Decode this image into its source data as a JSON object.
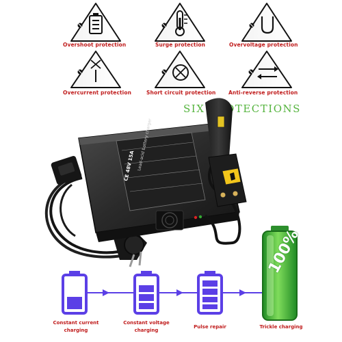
{
  "protections": [
    {
      "label": "Overshoot protection",
      "icon": "battery-icon"
    },
    {
      "label": "Surge protection",
      "icon": "thermometer-icon"
    },
    {
      "label": "Overvoltage protection",
      "icon": "magnet-u-icon"
    },
    {
      "label": "Overcurrent protection",
      "icon": "current-arrow-icon"
    },
    {
      "label": "Short circuit protection",
      "icon": "short-circuit-icon"
    },
    {
      "label": "Anti-reverse protection",
      "icon": "reverse-arrows-icon"
    }
  ],
  "headline": "SIX PROTECTIONS",
  "product": {
    "charger_label_1": "Lead-acid battery charger",
    "charger_label_2": "CE 48V 15A"
  },
  "stages": [
    {
      "label_line1": "Constant current",
      "label_line2": "charging",
      "fill_level": 0.45
    },
    {
      "label_line1": "Constant voltage",
      "label_line2": "charging",
      "fill_level": 0.55
    },
    {
      "label_line1": "Pulse repair",
      "label_line2": "",
      "fill_level": 0.75
    },
    {
      "label_line1": "Trickle charging",
      "label_line2": "",
      "fill_level": 1.0
    }
  ],
  "full_charge_text": "100%",
  "colors": {
    "label_red": "#c01c1c",
    "headline_green": "#55b43e",
    "battery_purple": "#5b3fe6",
    "battery_green": "#3cb23a"
  }
}
